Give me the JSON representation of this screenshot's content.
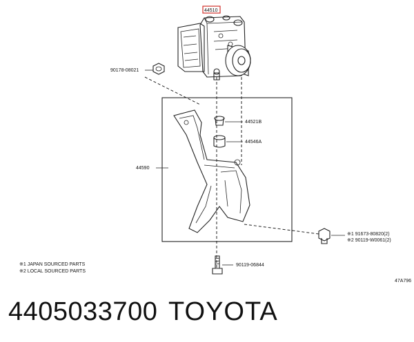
{
  "diagram": {
    "callouts": {
      "assembly": "44510",
      "nut": "90178-08021",
      "bushing_top": "44521B",
      "bushing_bottom": "44546A",
      "bracket": "44590",
      "bolt_1": "※1 91673-80820(2)",
      "bolt_2": "※2 90119-W0061(2)",
      "bottom_bolt": "90119-06844"
    },
    "notes": {
      "japan": "※1 JAPAN SOURCED PARTS",
      "local": "※2 LOCAL SOURCED PARTS"
    },
    "ref_code": "47A796"
  },
  "caption": {
    "part_number": "4405033700",
    "brand": "TOYOTA"
  }
}
